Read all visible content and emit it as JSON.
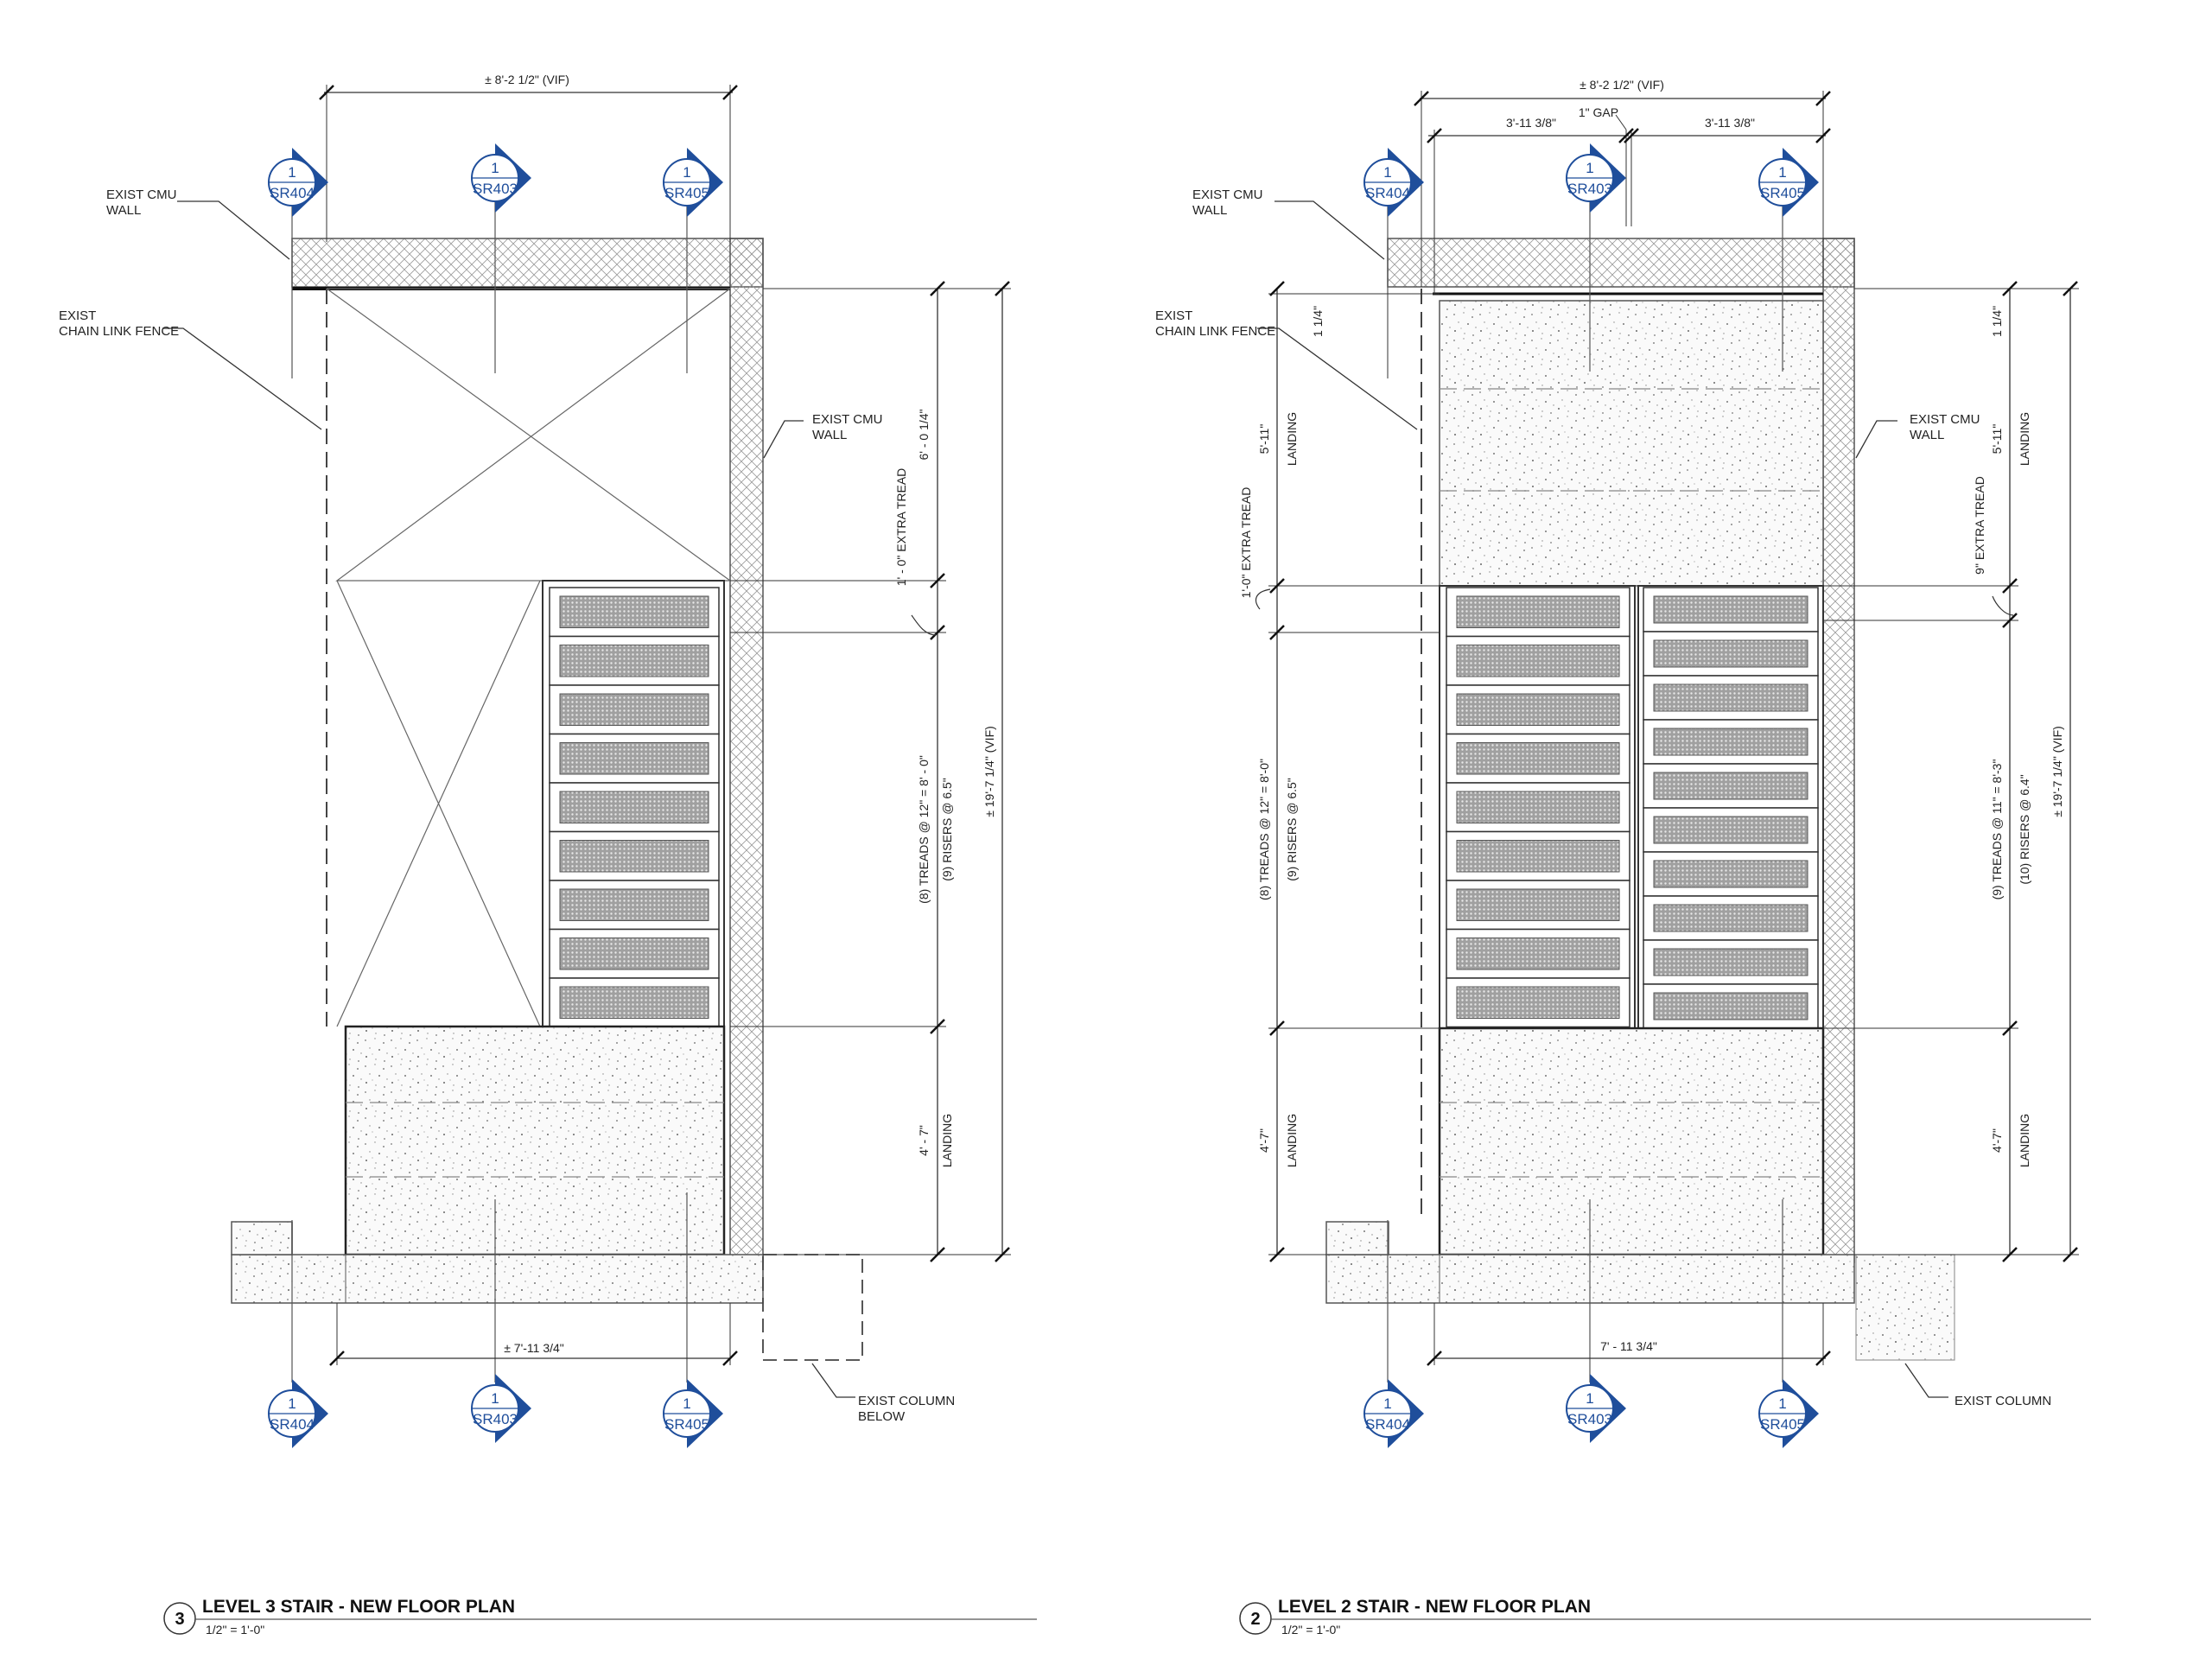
{
  "section_tags": {
    "number": "1",
    "sr404": "SR404",
    "sr403": "SR403",
    "sr405": "SR405"
  },
  "colors": {
    "tag_fill": "#1f4e9b",
    "line": "#333333",
    "hatch": "#888888"
  },
  "left_plan": {
    "dims": {
      "overall_top": "± 8'-2 1/2\" (VIF)",
      "bottom_width": "± 7'-11 3/4\"",
      "upper": "6' - 0 1/4\"",
      "extra_tread": "1' - 0\" EXTRA TREAD",
      "treads": "(8) TREADS @ 12\" = 8' - 0\"",
      "risers": "(9) RISERS @ 6.5\"",
      "overall_side": "± 19'-7 1/4\" (VIF)",
      "landing": "4' - 7\"",
      "landing_label": "LANDING"
    },
    "notes": {
      "cmu_top_1": "EXIST CMU",
      "cmu_top_2": "WALL",
      "fence_1": "EXIST",
      "fence_2": "CHAIN LINK FENCE",
      "cmu_side_1": "EXIST CMU",
      "cmu_side_2": "WALL",
      "column_1": "EXIST COLUMN",
      "column_2": "BELOW"
    },
    "title": {
      "number": "3",
      "name": "LEVEL 3 STAIR - NEW FLOOR PLAN",
      "scale": "1/2\" = 1'-0\""
    }
  },
  "right_plan": {
    "dims": {
      "overall_top": "± 8'-2 1/2\" (VIF)",
      "left_half": "3'-11 3/8\"",
      "gap": "1\" GAP",
      "right_half": "3'-11 3/8\"",
      "bottom_width": "7' - 11 3/4\"",
      "left_top": "1 1/4\"",
      "left_landing": "5'-11\"",
      "left_landing_label": "LANDING",
      "left_extra": "1'-0\" EXTRA TREAD",
      "left_treads": "(8) TREADS @ 12\" = 8'-0\"",
      "left_risers": "(9) RISERS @ 6.5\"",
      "left_bottom": "4'-7\"",
      "left_bottom_label": "LANDING",
      "right_top": "1 1/4\"",
      "right_landing": "5'-11\"",
      "right_landing_label": "LANDING",
      "right_extra": "9\" EXTRA TREAD",
      "right_treads": "(9) TREADS @ 11\" = 8'-3\"",
      "right_risers": "(10) RISERS @ 6.4\"",
      "overall_side": "± 19'-7 1/4\" (VIF)",
      "right_bottom": "4'-7\"",
      "right_bottom_label": "LANDING"
    },
    "notes": {
      "cmu_top_1": "EXIST CMU",
      "cmu_top_2": "WALL",
      "fence_1": "EXIST",
      "fence_2": "CHAIN LINK FENCE",
      "cmu_side_1": "EXIST CMU",
      "cmu_side_2": "WALL",
      "column": "EXIST COLUMN"
    },
    "title": {
      "number": "2",
      "name": "LEVEL 2 STAIR - NEW FLOOR PLAN",
      "scale": "1/2\" = 1'-0\""
    }
  }
}
